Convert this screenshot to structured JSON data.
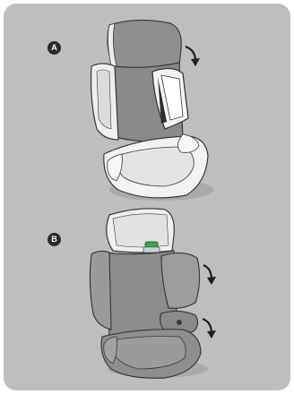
{
  "steps": [
    {
      "label": "A"
    },
    {
      "label": "B"
    }
  ],
  "colors": {
    "background": "#bebebe",
    "seat_fabric": "#8c8c8c",
    "seat_padding": "#ececec",
    "outline": "#3a3a3a",
    "belt_guide": "#2fa84f",
    "badge": "#2b2b2b"
  },
  "icons": {
    "rotation_arrow": "curved-arrow-icon",
    "step_marker": "step-badge"
  }
}
